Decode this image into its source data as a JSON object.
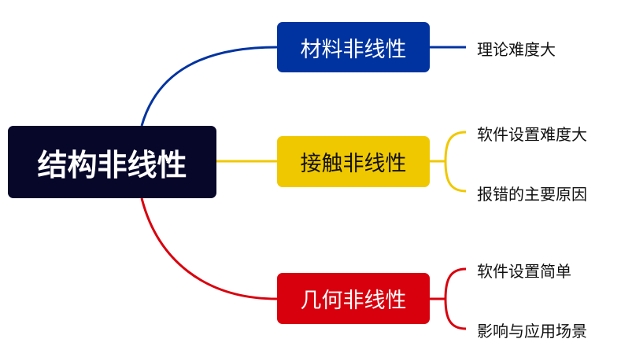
{
  "root": {
    "label": "结构非线性"
  },
  "branches": [
    {
      "label": "材料非线性",
      "color": "#0033a0",
      "leaves": [
        "理论难度大"
      ]
    },
    {
      "label": "接触非线性",
      "color": "#f0c800",
      "leaves": [
        "软件设置难度大",
        "报错的主要原因"
      ]
    },
    {
      "label": "几何非线性",
      "color": "#d9000d",
      "leaves": [
        "软件设置简单",
        "影响与应用场景"
      ]
    }
  ]
}
